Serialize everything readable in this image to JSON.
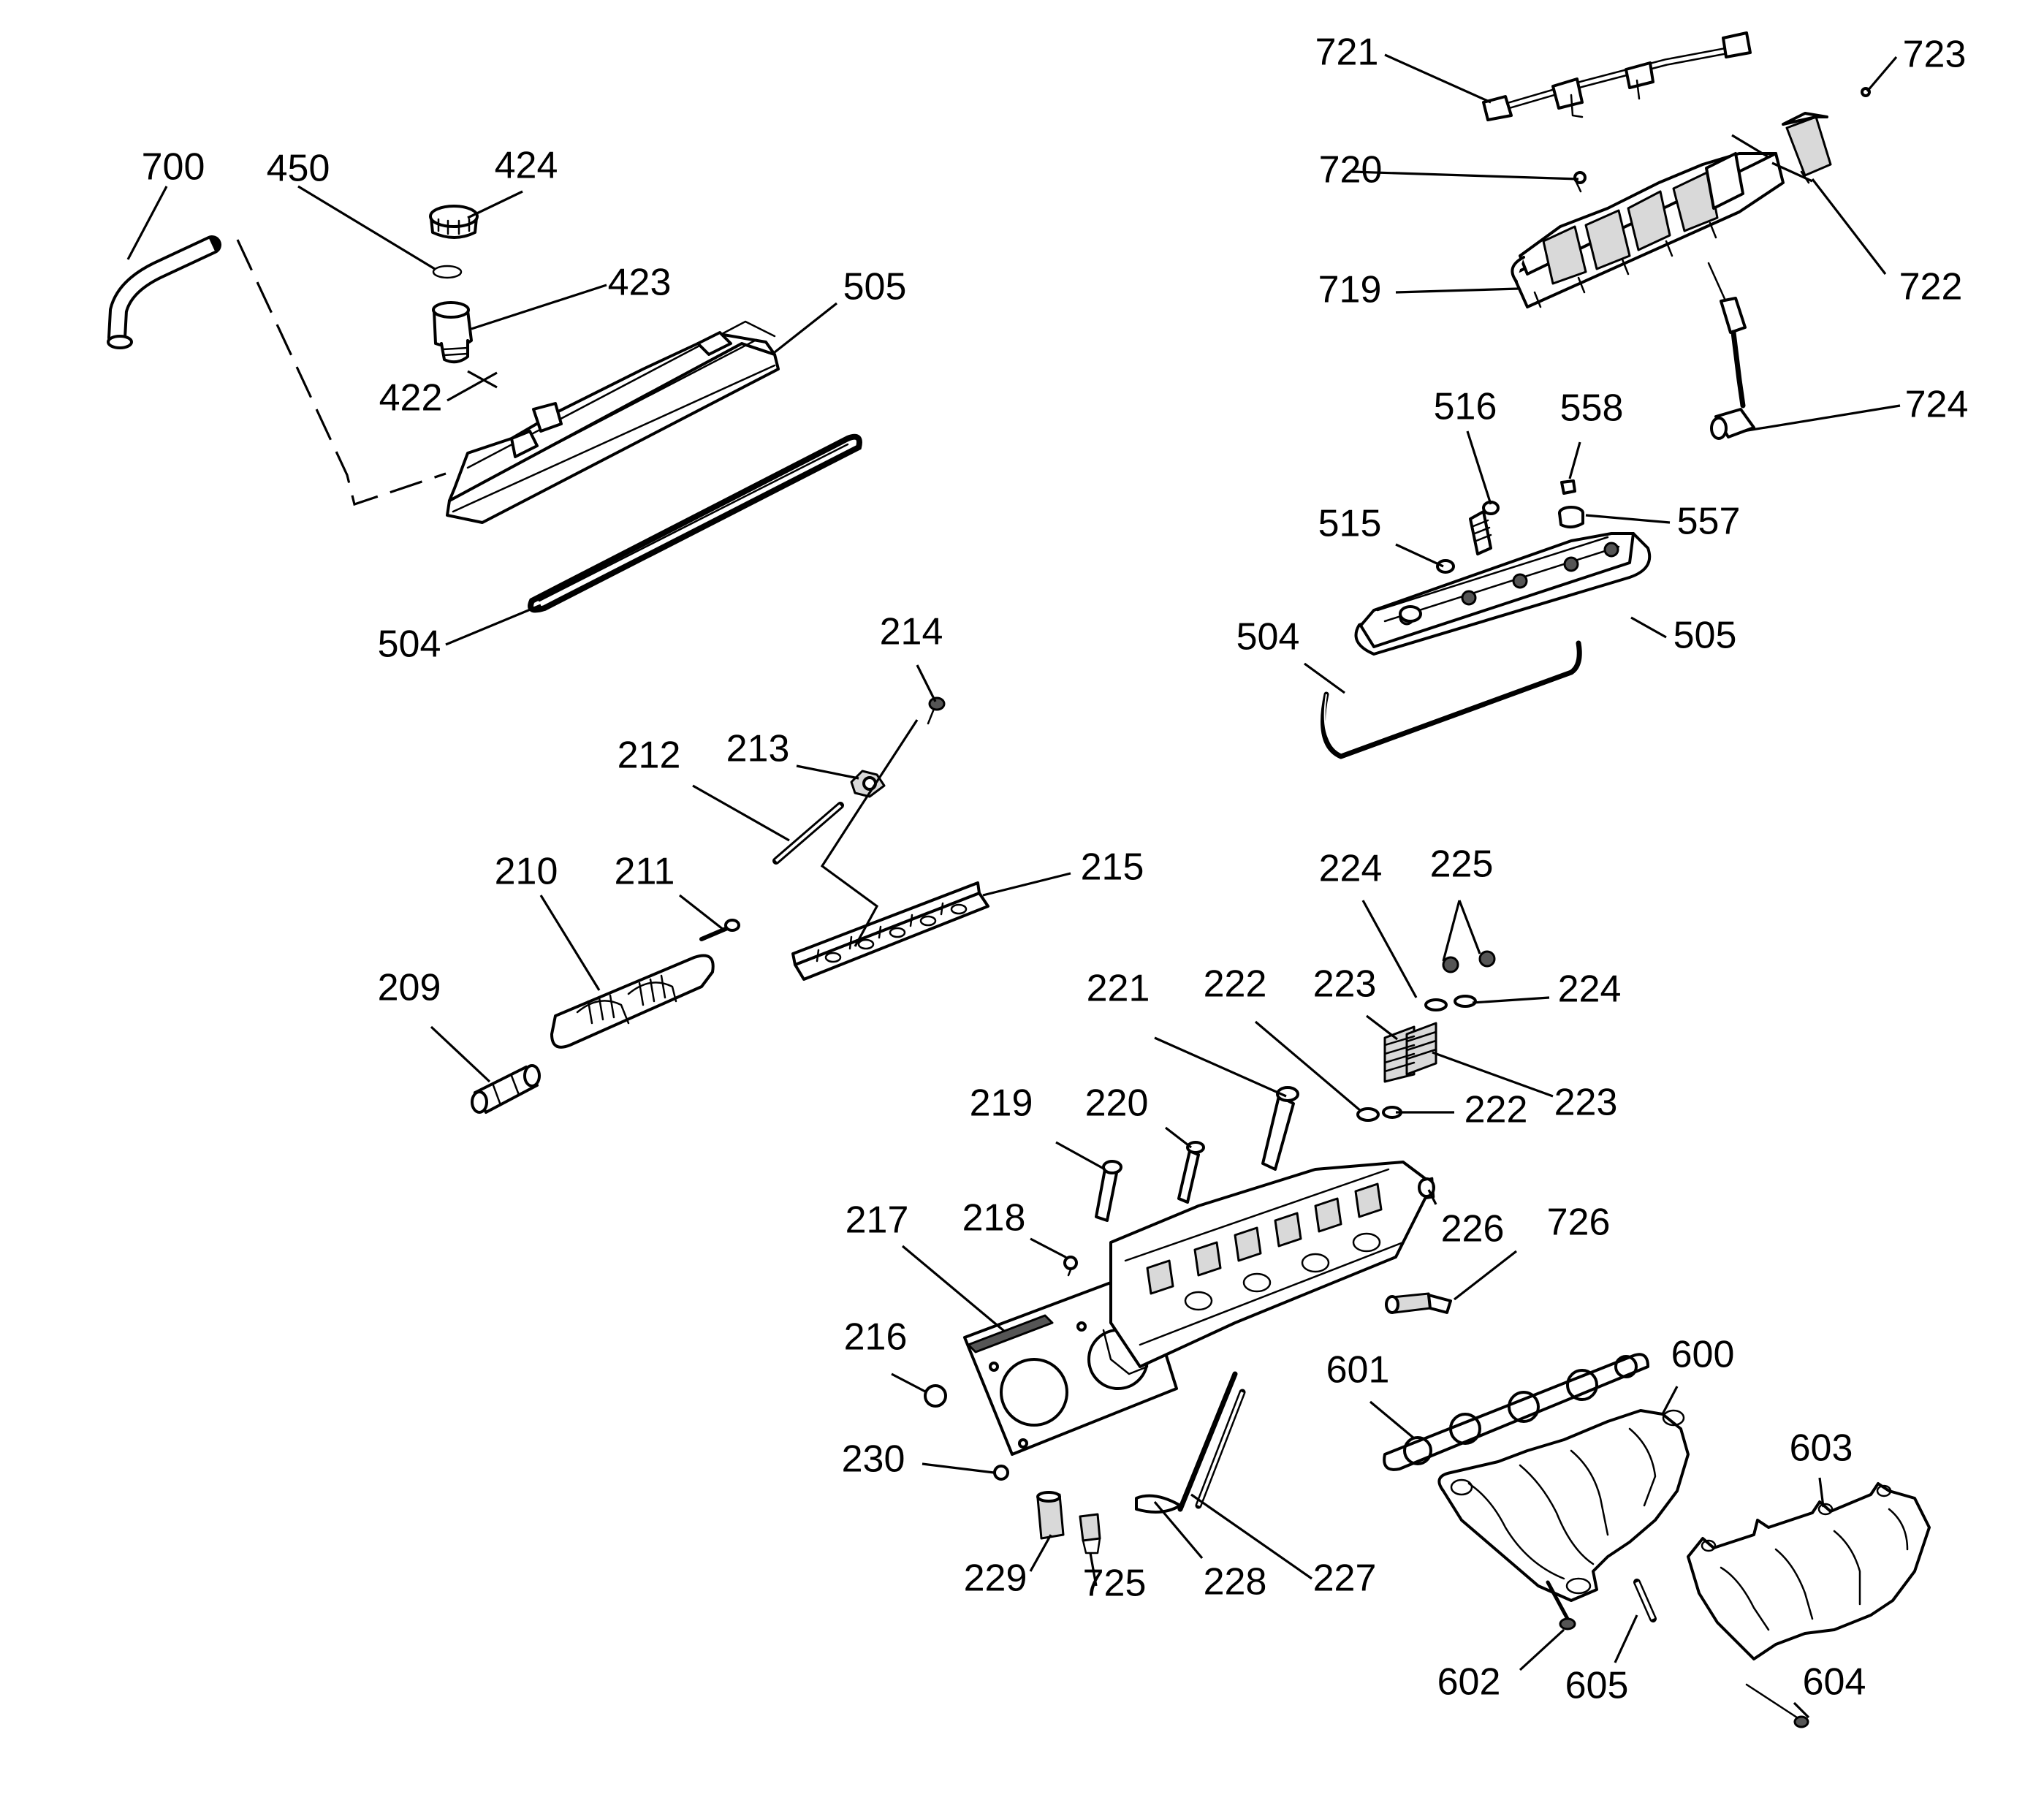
{
  "diagram": {
    "part_numbers": [
      {
        "key": "p700",
        "text": "700"
      },
      {
        "key": "p450",
        "text": "450"
      },
      {
        "key": "p424",
        "text": "424"
      },
      {
        "key": "p423",
        "text": "423"
      },
      {
        "key": "p505a",
        "text": "505"
      },
      {
        "key": "p422",
        "text": "422"
      },
      {
        "key": "p504a",
        "text": "504"
      },
      {
        "key": "p721",
        "text": "721"
      },
      {
        "key": "p723",
        "text": "723"
      },
      {
        "key": "p720",
        "text": "720"
      },
      {
        "key": "p722",
        "text": "722"
      },
      {
        "key": "p719",
        "text": "719"
      },
      {
        "key": "p724",
        "text": "724"
      },
      {
        "key": "p516",
        "text": "516"
      },
      {
        "key": "p558",
        "text": "558"
      },
      {
        "key": "p515",
        "text": "515"
      },
      {
        "key": "p557",
        "text": "557"
      },
      {
        "key": "p504b",
        "text": "504"
      },
      {
        "key": "p505b",
        "text": "505"
      },
      {
        "key": "p214",
        "text": "214"
      },
      {
        "key": "p213",
        "text": "213"
      },
      {
        "key": "p212",
        "text": "212"
      },
      {
        "key": "p210",
        "text": "210"
      },
      {
        "key": "p211",
        "text": "211"
      },
      {
        "key": "p215",
        "text": "215"
      },
      {
        "key": "p209",
        "text": "209"
      },
      {
        "key": "p224a",
        "text": "224"
      },
      {
        "key": "p225",
        "text": "225"
      },
      {
        "key": "p224b",
        "text": "224"
      },
      {
        "key": "p221",
        "text": "221"
      },
      {
        "key": "p222a",
        "text": "222"
      },
      {
        "key": "p223a",
        "text": "223"
      },
      {
        "key": "p222b",
        "text": "222"
      },
      {
        "key": "p223b",
        "text": "223"
      },
      {
        "key": "p219",
        "text": "219"
      },
      {
        "key": "p220",
        "text": "220"
      },
      {
        "key": "p226",
        "text": "226"
      },
      {
        "key": "p726",
        "text": "726"
      },
      {
        "key": "p217",
        "text": "217"
      },
      {
        "key": "p218",
        "text": "218"
      },
      {
        "key": "p216",
        "text": "216"
      },
      {
        "key": "p601",
        "text": "601"
      },
      {
        "key": "p600",
        "text": "600"
      },
      {
        "key": "p603",
        "text": "603"
      },
      {
        "key": "p230",
        "text": "230"
      },
      {
        "key": "p229",
        "text": "229"
      },
      {
        "key": "p725",
        "text": "725"
      },
      {
        "key": "p228",
        "text": "228"
      },
      {
        "key": "p227",
        "text": "227"
      },
      {
        "key": "p602",
        "text": "602"
      },
      {
        "key": "p605",
        "text": "605"
      },
      {
        "key": "p604",
        "text": "604"
      }
    ]
  }
}
